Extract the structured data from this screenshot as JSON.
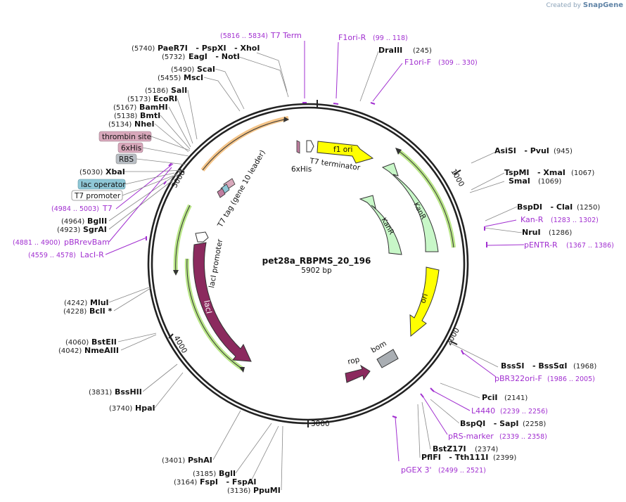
{
  "brand": {
    "prefix": "Created by",
    "name": "SnapGene"
  },
  "plasmid": {
    "name": "pet28a_RBPMS_20_196",
    "length_label": "5902 bp"
  },
  "ticks": [
    "1000",
    "2000",
    "3000",
    "4000",
    "5000"
  ],
  "enzymes": [
    {
      "id": "paer7i",
      "pos": "(5740)",
      "text": "PaeR7I   - PspXI   - XhoI"
    },
    {
      "id": "eagi",
      "pos": "(5732)",
      "text": "EagI   - NotI"
    },
    {
      "id": "scai",
      "pos": "(5490)",
      "text": "ScaI"
    },
    {
      "id": "msci",
      "pos": "(5455)",
      "text": "MscI"
    },
    {
      "id": "sali",
      "pos": "(5186)",
      "text": "SalI"
    },
    {
      "id": "ecori",
      "pos": "(5173)",
      "text": "EcoRI"
    },
    {
      "id": "bamhi",
      "pos": "(5167)",
      "text": "BamHI"
    },
    {
      "id": "bmti",
      "pos": "(5138)",
      "text": "BmtI"
    },
    {
      "id": "nhei",
      "pos": "(5134)",
      "text": "NheI"
    },
    {
      "id": "xbai",
      "pos": "(5030)",
      "text": "XbaI"
    },
    {
      "id": "bglii",
      "pos": "(4964)",
      "text": "BglII"
    },
    {
      "id": "sgrai",
      "pos": "(4923)",
      "text": "SgrAI"
    },
    {
      "id": "mlui",
      "pos": "(4242)",
      "text": "MluI"
    },
    {
      "id": "bcli",
      "pos": "(4228)",
      "text": "BclI *"
    },
    {
      "id": "bsteii",
      "pos": "(4060)",
      "text": "BstEII"
    },
    {
      "id": "nmeaiii",
      "pos": "(4042)",
      "text": "NmeAIII"
    },
    {
      "id": "bsshii",
      "pos": "(3831)",
      "text": "BssHII"
    },
    {
      "id": "hpai",
      "pos": "(3740)",
      "text": "HpaI"
    },
    {
      "id": "pshai",
      "pos": "(3401)",
      "text": "PshAI"
    },
    {
      "id": "bgli",
      "pos": "(3185)",
      "text": "BglI"
    },
    {
      "id": "fspi",
      "pos": "(3164)",
      "text": "FspI   - FspAI"
    },
    {
      "id": "ppumi",
      "pos": "(3136)",
      "text": "PpuMI"
    },
    {
      "id": "draiii",
      "pos": "(245)",
      "text": "DraIII"
    },
    {
      "id": "asisi",
      "pos": "(945)",
      "text": "AsiSI   - PvuI"
    },
    {
      "id": "tspmi",
      "pos": "(1067)",
      "text": "TspMI   - XmaI"
    },
    {
      "id": "smai",
      "pos": "(1069)",
      "text": "SmaI"
    },
    {
      "id": "bspdi",
      "pos": "(1250)",
      "text": "BspDI   - ClaI"
    },
    {
      "id": "nrui",
      "pos": "(1286)",
      "text": "NruI"
    },
    {
      "id": "bsssi",
      "pos": "(1968)",
      "text": "BssSI   - BssSαI"
    },
    {
      "id": "pcii",
      "pos": "(2141)",
      "text": "PciI"
    },
    {
      "id": "bspqi",
      "pos": "(2258)",
      "text": "BspQI   - SapI"
    },
    {
      "id": "bstz17i",
      "pos": "(2374)",
      "text": "BstZ17I"
    },
    {
      "id": "pflfi",
      "pos": "(2399)",
      "text": "PflFI   - Tth111I"
    }
  ],
  "primers": [
    {
      "id": "t7term",
      "pos": "(5816 .. 5834)",
      "text": "T7 Term"
    },
    {
      "id": "f1orir",
      "pos": "(99 .. 118)",
      "text": "F1ori-R"
    },
    {
      "id": "f1orif",
      "pos": "(309 .. 330)",
      "text": "F1ori-F"
    },
    {
      "id": "t7",
      "pos": "(4984 .. 5003)",
      "text": "T7"
    },
    {
      "id": "pbrrevbam",
      "pos": "(4881 .. 4900)",
      "text": "pBRrevBam"
    },
    {
      "id": "laci_r",
      "pos": "(4559 .. 4578)",
      "text": "LacI-R"
    },
    {
      "id": "kanr_p",
      "pos": "(1283 .. 1302)",
      "text": "Kan-R"
    },
    {
      "id": "pentr",
      "pos": "(1367 .. 1386)",
      "text": "pENTR-R"
    },
    {
      "id": "pbr322",
      "pos": "(1986 .. 2005)",
      "text": "pBR322ori-F"
    },
    {
      "id": "l4440",
      "pos": "(2239 .. 2256)",
      "text": "L4440"
    },
    {
      "id": "prs",
      "pos": "(2339 .. 2358)",
      "text": "pRS-marker"
    },
    {
      "id": "pgex",
      "pos": "(2499 .. 2521)",
      "text": "pGEX 3'"
    }
  ],
  "boxed_features": [
    {
      "id": "thrombin",
      "text": "thrombin site",
      "color": "#d8a8bb"
    },
    {
      "id": "sixhis",
      "text": "6xHis",
      "color": "#d8a8bb"
    },
    {
      "id": "rbs",
      "text": "RBS",
      "color": "#b8bec4"
    },
    {
      "id": "lacop",
      "text": "lac operator",
      "color": "#8fc7d6"
    },
    {
      "id": "t7prom",
      "text": "T7 promoter",
      "color": "#ffffff"
    }
  ],
  "features": {
    "f1_ori": "f1 ori",
    "kanr_outer": "KanR",
    "kanr_inner": "KanR",
    "ori": "ori",
    "rop": "rop",
    "bom": "bom",
    "laci": "lacI",
    "laci_promoter": "lacI promoter",
    "t7_tag": "T7 tag (gene 10 leader)",
    "sixhis_inner": "6xHis",
    "t7_terminator": "T7 terminator"
  },
  "colors": {
    "backbone": "#222222",
    "primer": "#a12fd0",
    "ori": "#ffff00",
    "kanr": "#c8f7c8",
    "laci": "#8b2a5e",
    "orf_highlight": "#a8e06a",
    "insert_highlight": "#f0b060",
    "bom": "#a9aeb3"
  }
}
